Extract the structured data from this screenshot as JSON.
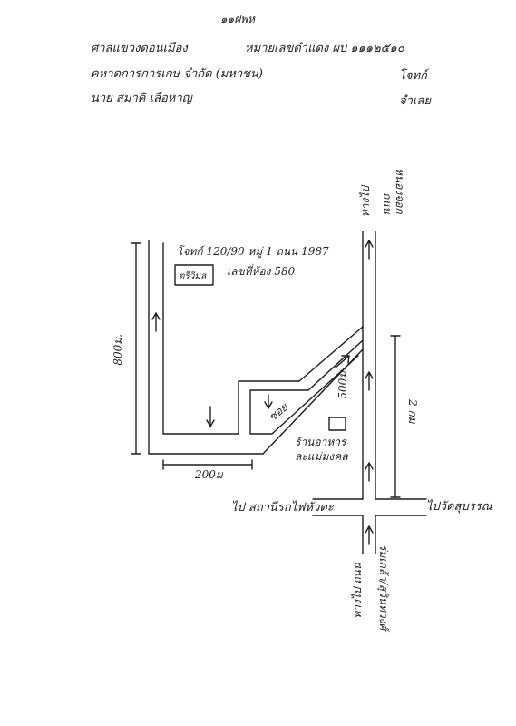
{
  "header": {
    "page_number": "๑๑ฝพห",
    "line1_left": "ศาลแขวงดอนเมือง",
    "line1_right": "หมายเลขดำแดง ผบ ๑๑๑๒๕๑๐",
    "line2": "คหาดการการเกษ จำกัด (มหาชน)",
    "line2_right": "โจทก์",
    "line3": "นาย สมาคิ เลื่อหาญ",
    "line3_right": "จำเลย"
  },
  "map": {
    "address_line1": "โจทก์ 120/90 หมู่ 1 ถนน 1987",
    "address_line2": "เลขที่ห้อง 580",
    "box_label": "ตรีวิมล",
    "left_distance": "800ม.",
    "bottom_distance": "200ม",
    "diagonal_distance": "500ม.",
    "soi_label": "ซอย",
    "restaurant_label_1": "ร้านอาหาร",
    "restaurant_label_2": "ละแม่มงคล",
    "right_distance": "2 กม",
    "top_road_a": "ทางไป",
    "top_road_b": "ถนน",
    "top_road_c": "หนองจอก",
    "cross_left": "ไป สถานีรถไฟหัวตะ",
    "cross_right": "ไปวัดสุบรรณ",
    "bottom_road_a": "ทางไป ถนน",
    "bottom_road_b": "ร่มเกล้า/สุวินทวงศ์"
  }
}
